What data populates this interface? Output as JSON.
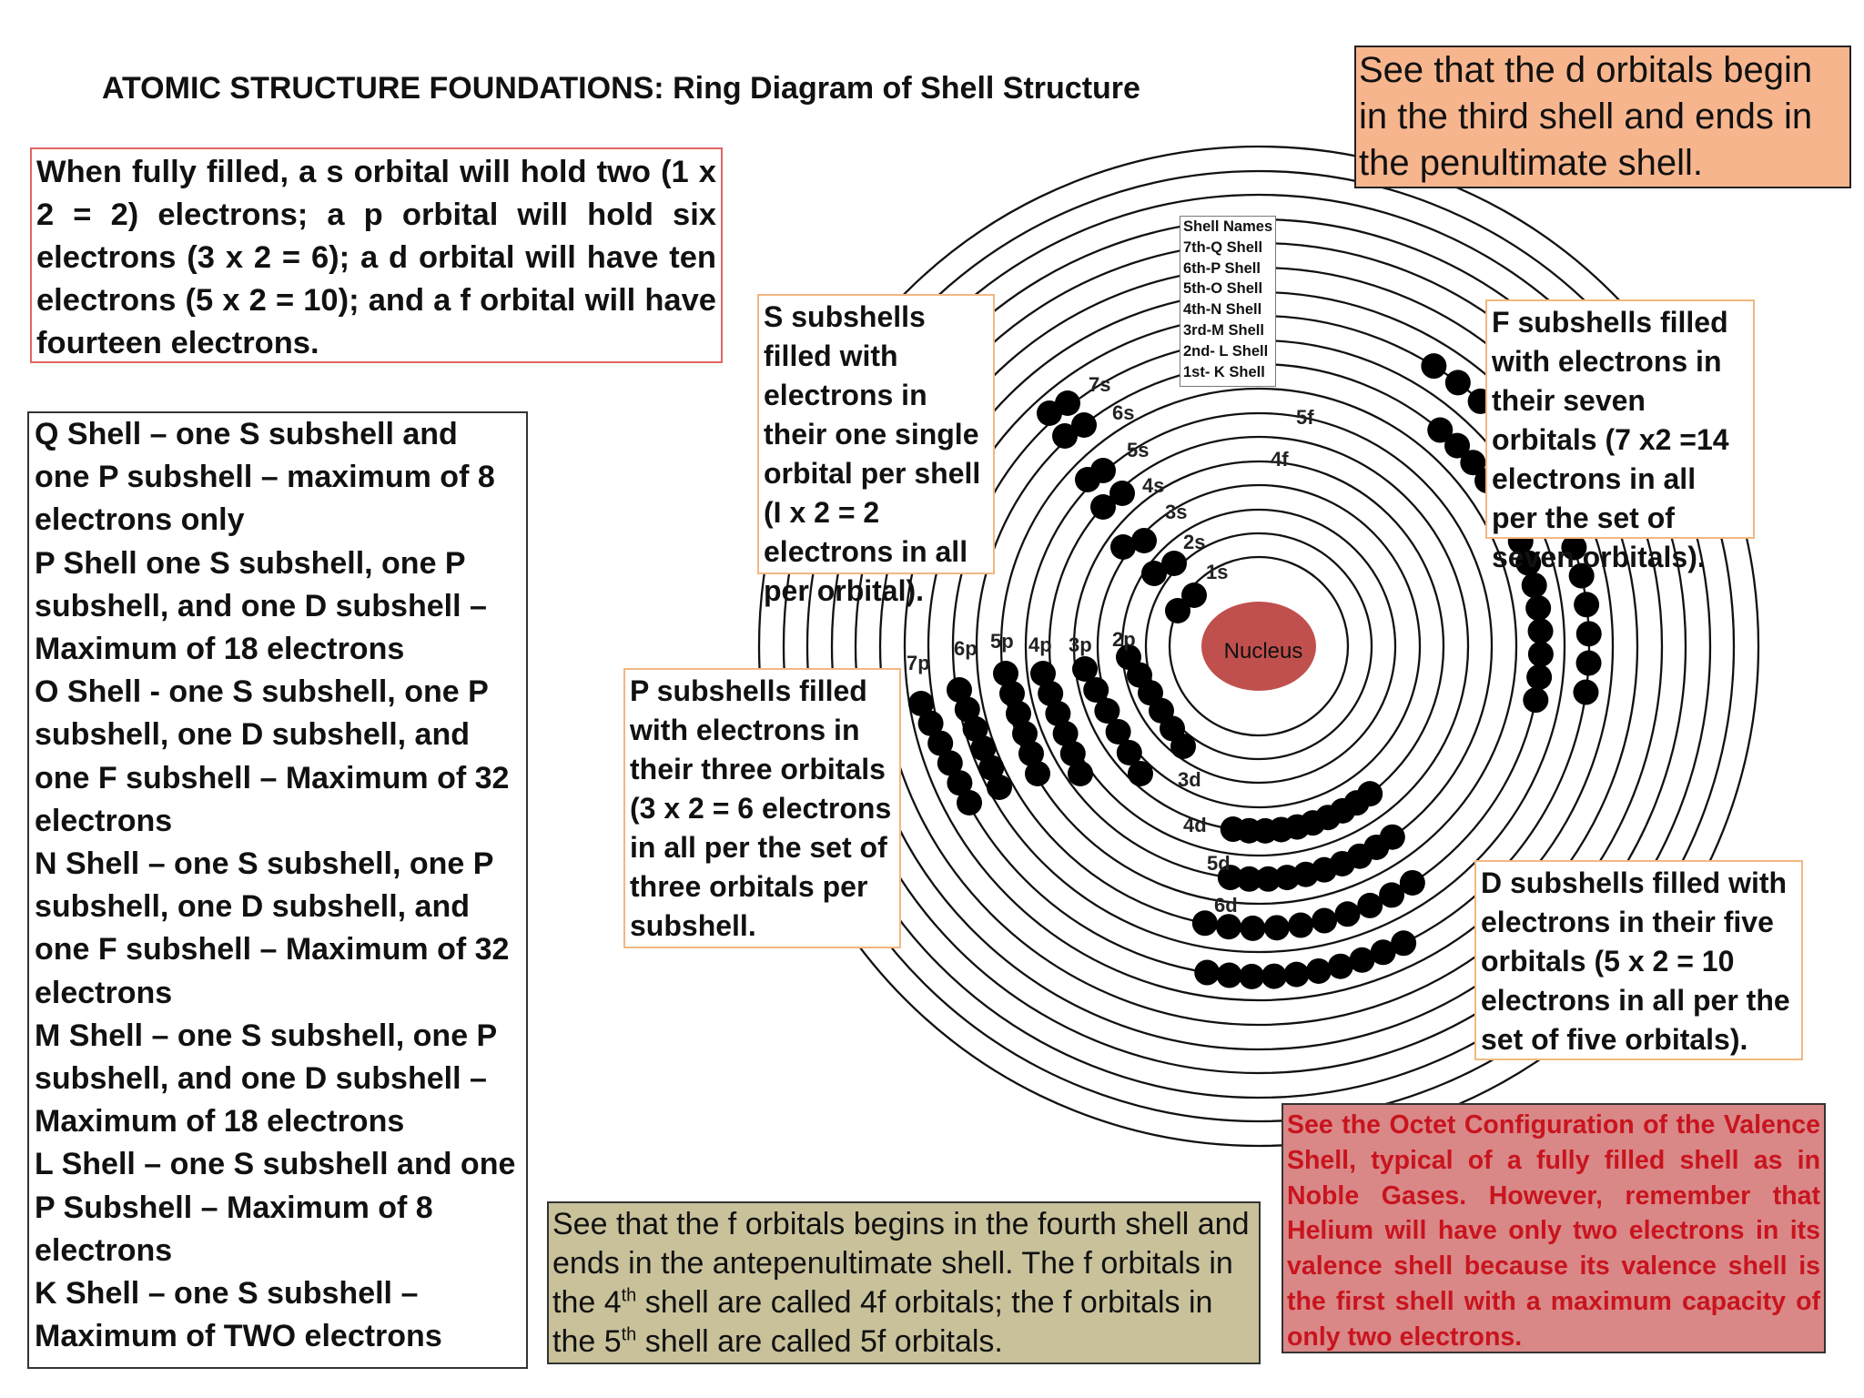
{
  "title": "ATOMIC STRUCTURE FOUNDATIONS: Ring Diagram of Shell Structure",
  "intro_text": "When fully filled, a s orbital will hold two  (1 x 2 = 2) electrons; a p orbital will hold six electrons (3 x 2 = 6); a d orbital will have ten electrons (5 x 2 = 10); and a f orbital will have fourteen electrons.",
  "shell_descriptions": [
    "Q Shell – one S subshell and one P subshell – maximum of 8 electrons only",
    "P Shell one  S subshell, one P subshell, and  one D subshell – Maximum of 18 electrons",
    "O Shell - one S subshell, one P subshell, one D subshell, and one F subshell – Maximum of 32 electrons",
    "N Shell – one S subshell, one P subshell, one D subshell, and one F subshell – Maximum of 32 electrons",
    "M Shell – one  S subshell, one P subshell, and  one D subshell – Maximum of 18 electrons",
    "L Shell – one S subshell and one P Subshell – Maximum of 8 electrons",
    "K Shell – one S subshell – Maximum of  TWO electrons"
  ],
  "d_orbital_note": "See that the d orbitals begin in the third shell and ends in the penultimate shell.",
  "s_subshell_note": "S subshells filled with electrons in their one single orbital per shell (I x 2 = 2 electrons in all per orbital).",
  "f_subshell_note": "F subshells filled with electrons in their seven orbitals (7 x2 =14 electrons in all per the set of seven orbitals).",
  "p_subshell_note": "P subshells filled with electrons in their three orbitals (3 x 2 = 6 electrons in all per the set of three orbitals per subshell.",
  "d_subshell_note": "D subshells filled with electrons in their five orbitals (5 x 2 = 10 electrons in all per the set of five orbitals).",
  "f_orbital_note": {
    "part1": "See that the f orbitals begins in the fourth shell and ends in the antepenultimate shell. The f orbitals in the 4",
    "sup1": "th",
    "part2": " shell are called 4f orbitals; the f orbitals in the 5",
    "sup2": "th",
    "part3": " shell are called 5f orbitals."
  },
  "octet_note": "See the Octet Configuration of the Valence Shell, typical of a fully filled shell as in Noble Gases.  However, remember that Helium will have only two electrons in its valence shell because its valence shell is the first shell with a maximum capacity of only two electrons.",
  "shell_names": {
    "heading": "Shell Names",
    "items": [
      "7th-Q Shell",
      "6th-P Shell",
      "5th-O Shell",
      "4th-N Shell",
      "3rd-M Shell",
      "2nd- L Shell",
      "1st- K Shell"
    ]
  },
  "nucleus_label": "Nucleus",
  "subshell_labels": {
    "s": [
      "1s",
      "2s",
      "3s",
      "4s",
      "5s",
      "6s",
      "7s"
    ],
    "p": [
      "2p",
      "3p",
      "4p",
      "5p",
      "6p",
      "7p"
    ],
    "d": [
      "3d",
      "4d",
      "5d",
      "6d"
    ],
    "f": [
      "4f",
      "5f"
    ]
  },
  "electron_counts": {
    "s": [
      2,
      2,
      2,
      2,
      2,
      2,
      2
    ],
    "p": [
      6,
      6,
      6,
      6,
      6,
      6
    ],
    "d": [
      10,
      10,
      10,
      10
    ],
    "f": [
      14,
      14
    ]
  },
  "colors": {
    "nucleus": "#c0504d",
    "electron": "#000000",
    "d_note_bg": "#f7b58d",
    "f_note_bg": "#c8c19a",
    "octet_note_bg": "#d98787",
    "octet_text": "#c8141e",
    "callout_border": "#f2b880"
  }
}
